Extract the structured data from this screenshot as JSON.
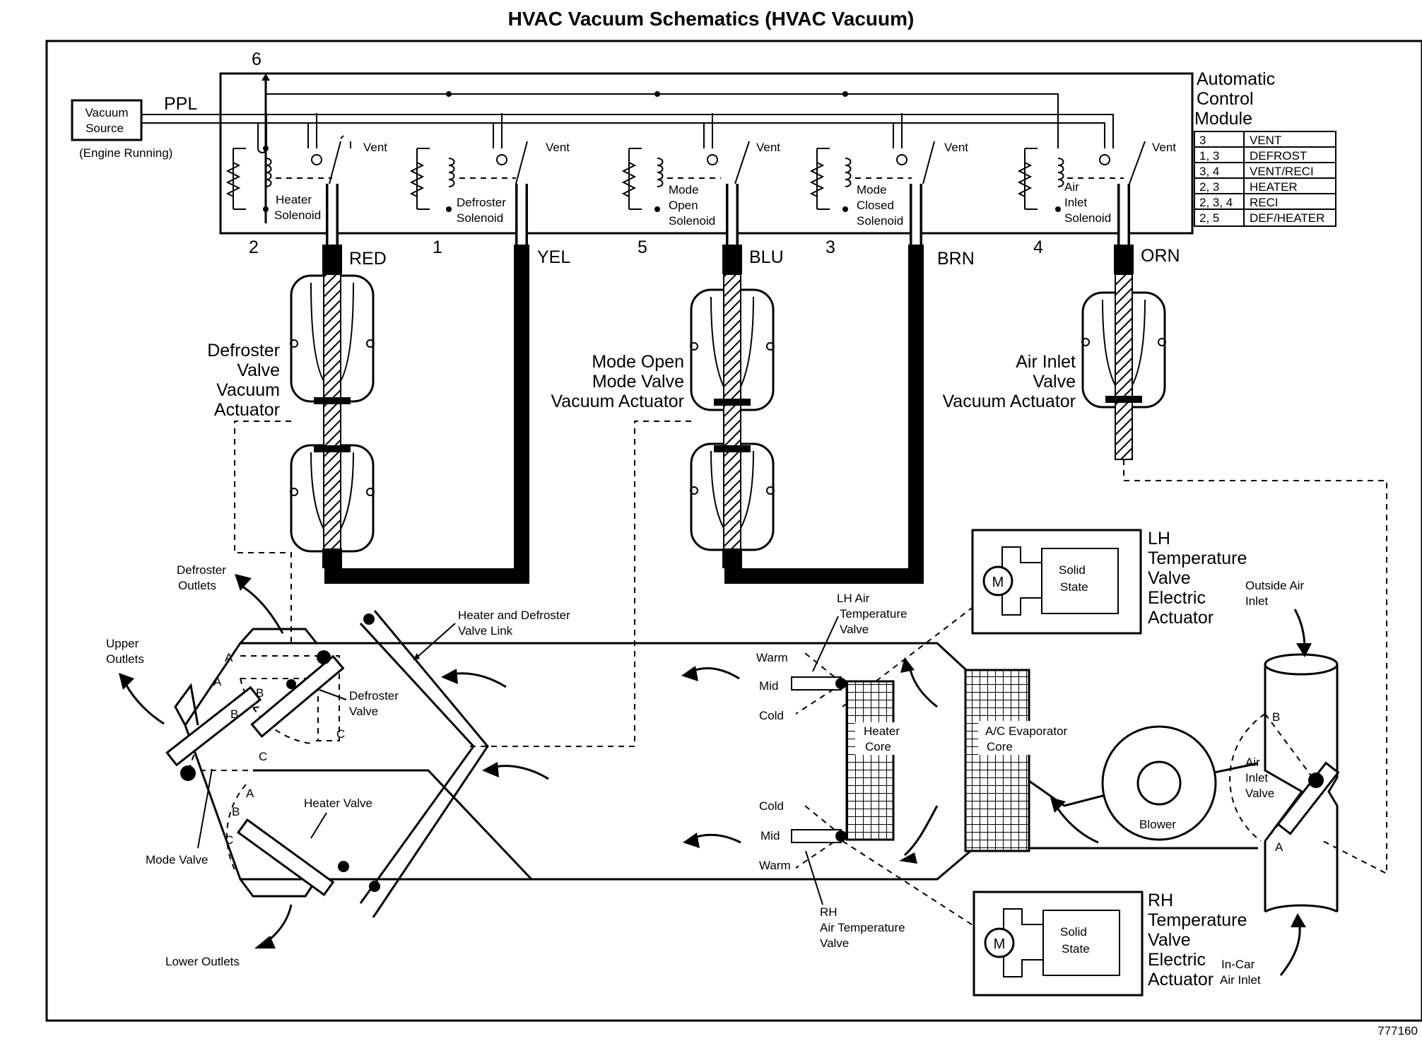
{
  "title": "HVAC Vacuum Schematics (HVAC Vacuum)",
  "figure_number": "777160",
  "control_module": {
    "label_line1": "Automatic",
    "label_line2": "Control",
    "label_line3": "Module",
    "supply_port": "6",
    "vent_label": "Vent",
    "ppl_label": "PPL",
    "solenoids": [
      {
        "line1": "Heater",
        "line2": "Solenoid",
        "line3": "",
        "port": "2",
        "hose": "RED"
      },
      {
        "line1": "Defroster",
        "line2": "Solenoid",
        "line3": "",
        "port": "1",
        "hose": "YEL"
      },
      {
        "line1": "Mode",
        "line2": "Open",
        "line3": "Solenoid",
        "port": "5",
        "hose": "BLU"
      },
      {
        "line1": "Mode",
        "line2": "Closed",
        "line3": "Solenoid",
        "port": "3",
        "hose": "BRN"
      },
      {
        "line1": "Air",
        "line2": "Inlet",
        "line3": "Solenoid",
        "port": "4",
        "hose": "ORN"
      }
    ]
  },
  "vacuum_source": {
    "line1": "Vacuum",
    "line2": "Source",
    "note": "(Engine Running)"
  },
  "mode_table": [
    {
      "ports": "3",
      "mode": "VENT"
    },
    {
      "ports": "1, 3",
      "mode": "DEFROST"
    },
    {
      "ports": "3, 4",
      "mode": "VENT/RECI"
    },
    {
      "ports": "2, 3",
      "mode": "HEATER"
    },
    {
      "ports": "2, 3, 4",
      "mode": "RECI"
    },
    {
      "ports": "2, 5",
      "mode": "DEF/HEATER"
    }
  ],
  "actuators": {
    "defroster": [
      "Defroster",
      "Valve",
      "Vacuum",
      "Actuator"
    ],
    "mode_open": [
      "Mode Open",
      "Mode Valve",
      "Vacuum Actuator"
    ],
    "air_inlet": [
      "Air Inlet",
      "Valve",
      "Vacuum Actuator"
    ],
    "lh_temp": [
      "LH",
      "Temperature",
      "Valve",
      "Electric",
      "Actuator"
    ],
    "rh_temp": [
      "RH",
      "Temperature",
      "Valve",
      "Electric",
      "Actuator"
    ],
    "motor_symbol": "M",
    "solid_state": [
      "Solid",
      "State"
    ]
  },
  "airbox": {
    "defroster_outlets": [
      "Defroster",
      "Outlets"
    ],
    "upper_outlets": [
      "Upper",
      "Outlets"
    ],
    "lower_outlets": "Lower Outlets",
    "link": [
      "Heater and Defroster",
      "Valve Link"
    ],
    "defroster_valve": [
      "Defroster",
      "Valve"
    ],
    "heater_valve": "Heater Valve",
    "mode_valve": "Mode Valve",
    "lh_air_temp_valve": [
      "LH Air",
      "Temperature",
      "Valve"
    ],
    "rh_air_temp_valve": [
      "RH",
      "Air Temperature",
      "Valve"
    ],
    "warm": "Warm",
    "mid": "Mid",
    "cold": "Cold",
    "heater_core": [
      "Heater",
      "Core"
    ],
    "evaporator": [
      "A/C Evaporator",
      "Core"
    ],
    "blower": "Blower",
    "air_inlet_valve": [
      "Air",
      "Inlet",
      "Valve"
    ],
    "outside_air_inlet": [
      "Outside Air",
      "Inlet"
    ],
    "in_car_air_inlet": [
      "In-Car",
      "Air Inlet"
    ],
    "pos_a": "A",
    "pos_b": "B",
    "pos_c": "C"
  }
}
